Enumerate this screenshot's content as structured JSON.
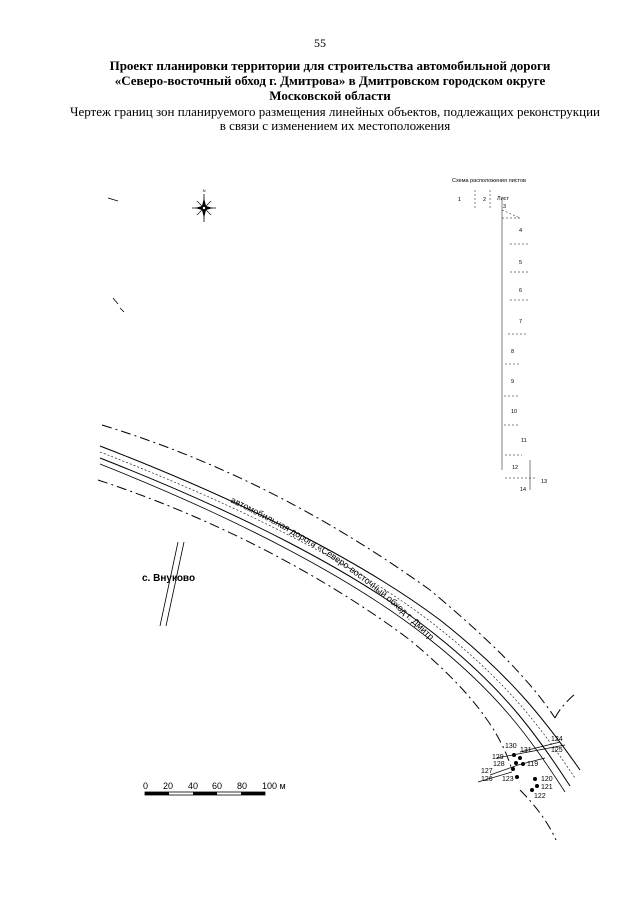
{
  "page_number": "55",
  "title_lines": [
    "Проект планировки территории для строительства автомобильной дороги",
    "«Северо-восточный обход г. Дмитрова» в Дмитровском городском округе",
    "Московской области"
  ],
  "subtitle_lines": [
    "Чертеж границ зон планируемого размещения линейных объектов, подлежащих реконструкции",
    "в связи с изменением их местоположения"
  ],
  "map": {
    "village_label": "с. Внуково",
    "road_label": "автомобильная дорога «Северо-восточный обход г. Дмитрова»",
    "point_labels": [
      "130",
      "131",
      "129",
      "128",
      "119",
      "127",
      "126",
      "123",
      "120",
      "121",
      "122",
      "124",
      "125"
    ]
  },
  "scale_bar": {
    "ticks": [
      "0",
      "20",
      "40",
      "60",
      "80",
      "100 м"
    ]
  },
  "sheet_layout": {
    "title": "Схема расположения листов",
    "col_labels": [
      "1",
      "2"
    ],
    "sheet_header": "Лист",
    "sheet_numbers": [
      "3",
      "4",
      "5",
      "6",
      "7",
      "8",
      "9",
      "10",
      "11",
      "12",
      "13",
      "14"
    ]
  },
  "icons": [
    "compass-rose-icon"
  ]
}
